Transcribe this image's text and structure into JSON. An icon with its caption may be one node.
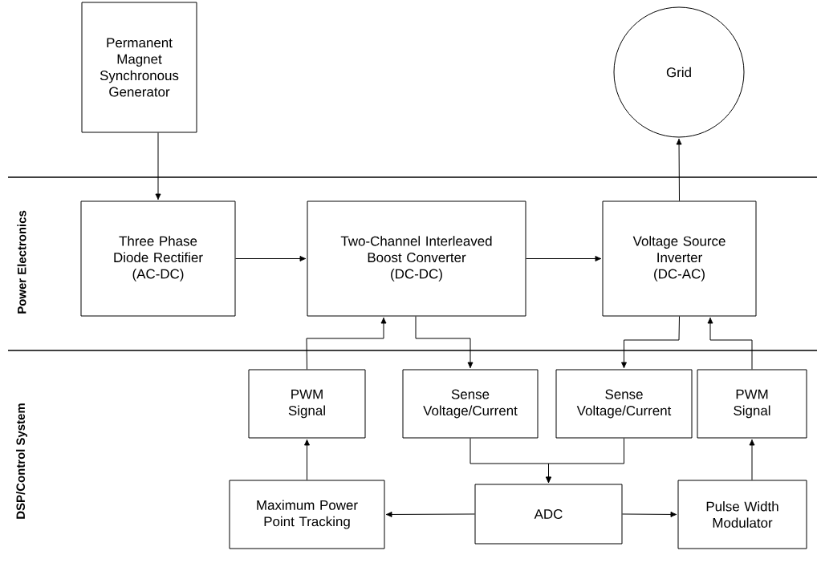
{
  "diagram": {
    "nodes": [
      {
        "text": [
          "Permanent Magnet Synchronous Generator"
        ]
      },
      {
        "text": [
          "Grid"
        ]
      },
      {
        "text": [
          "Three Phase Diode Rectifier",
          "(AC-DC)"
        ]
      },
      {
        "text": [
          "Two-Channel Interleaved Boost Converter",
          "(DC-DC)"
        ]
      },
      {
        "text": [
          "Voltage Source Inverter",
          "(DC-AC)"
        ]
      },
      {
        "text": [
          "PWM Signal"
        ]
      },
      {
        "text": [
          "Sense Voltage/Current"
        ]
      },
      {
        "text": [
          "Sense Voltage/Current"
        ]
      },
      {
        "text": [
          "PWM Signal"
        ]
      },
      {
        "text": [
          "Maximum Power Point Tracking"
        ]
      },
      {
        "text": [
          "ADC"
        ]
      },
      {
        "text": [
          "Pulse Width Modulator"
        ]
      }
    ],
    "edges": [
      {
        "from": 0,
        "to": 2,
        "arrow": "to"
      },
      {
        "from": 2,
        "to": 3,
        "arrow": "to"
      },
      {
        "from": 3,
        "to": 4,
        "arrow": "to"
      },
      {
        "from": 4,
        "to": 1,
        "arrow": "to"
      },
      {
        "from": 5,
        "to": 3,
        "arrow": "to"
      },
      {
        "from": 3,
        "to": 6,
        "arrow": "to"
      },
      {
        "from": 4,
        "to": 7,
        "arrow": "to"
      },
      {
        "from": 8,
        "to": 4,
        "arrow": "to"
      },
      {
        "from": 9,
        "to": 5,
        "arrow": "to"
      },
      {
        "from": 6,
        "to": 10,
        "arrow": "to"
      },
      {
        "from": 7,
        "to": 10,
        "arrow": "to"
      },
      {
        "from": 10,
        "to": 9,
        "arrow": "to"
      },
      {
        "from": 10,
        "to": 11,
        "arrow": "to"
      },
      {
        "from": 11,
        "to": 8,
        "arrow": "to"
      }
    ],
    "labels": [
      "Power Electronics",
      "DSP/Control System"
    ]
  }
}
